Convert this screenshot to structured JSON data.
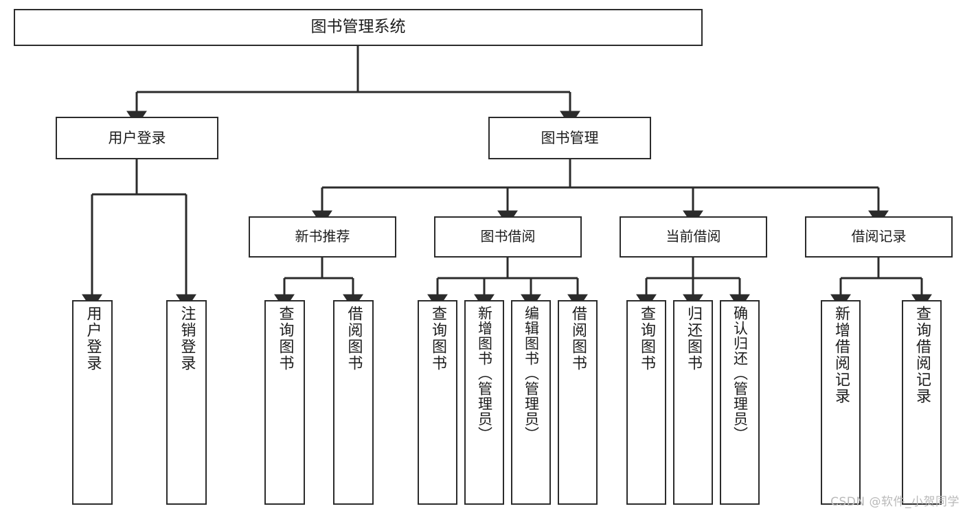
{
  "diagram": {
    "type": "tree",
    "title": "图书管理系统",
    "colors": {
      "box_border": "#2b2b2b",
      "box_fill": "#ffffff",
      "connector": "#2b2b2b",
      "text": "#1c1c1c",
      "watermark": "#b9b9b9",
      "background": "#ffffff"
    },
    "root": {
      "label": "图书管理系统"
    },
    "level2": [
      {
        "label": "用户登录"
      },
      {
        "label": "图书管理"
      }
    ],
    "level3": [
      {
        "label": "新书推荐"
      },
      {
        "label": "图书借阅"
      },
      {
        "label": "当前借阅"
      },
      {
        "label": "借阅记录"
      }
    ],
    "leaves": {
      "user_login": [
        {
          "label": "用户登录"
        },
        {
          "label": "注销登录"
        }
      ],
      "new_book_recommend": [
        {
          "label": "查询图书"
        },
        {
          "label": "借阅图书"
        }
      ],
      "book_borrow": [
        {
          "label": "查询图书"
        },
        {
          "label": "新增图书（管理员）"
        },
        {
          "label": "编辑图书（管理员）"
        },
        {
          "label": "借阅图书"
        }
      ],
      "current_borrow": [
        {
          "label": "查询图书"
        },
        {
          "label": "归还图书"
        },
        {
          "label": "确认归还（管理员）"
        }
      ],
      "borrow_record": [
        {
          "label": "新增借阅记录"
        },
        {
          "label": "查询借阅记录"
        }
      ]
    },
    "watermark": "CSDN @软件_小贺同学"
  }
}
